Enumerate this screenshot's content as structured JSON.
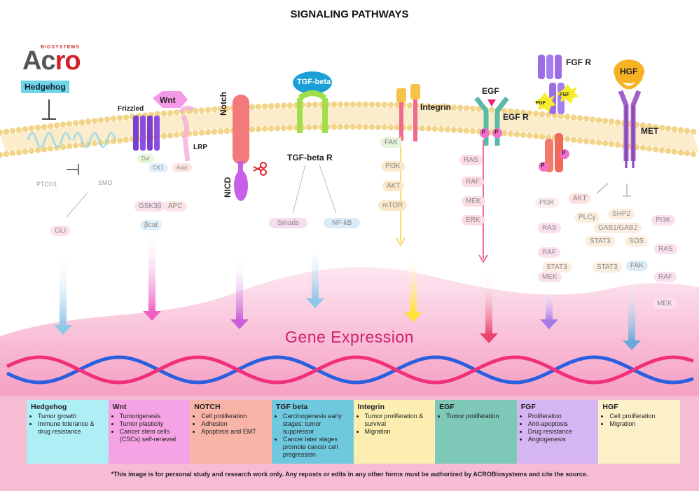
{
  "title": "SIGNALING PATHWAYS",
  "logo": {
    "brand_top": "BIOSYSTEMS",
    "brand_word_a": "Ac",
    "brand_word_b": "ro"
  },
  "labels": {
    "hedgehog": "Hedgehog",
    "frizzled": "Frizzled",
    "wnt": "Wnt",
    "lrp": "LRP",
    "notch": "Notch",
    "nicd": "NICD",
    "tgfbeta": "TGF-beta",
    "tgfbeta_r": "TGF-beta R",
    "integrin": "Integrin",
    "egf": "EGF",
    "egf_r": "EGF R",
    "fgf_r": "FGF R",
    "fgf": "FGF",
    "hgf": "HGF",
    "met": "MET",
    "ptch1": "PTCH1",
    "smo": "SMO",
    "p": "P"
  },
  "pills": {
    "gli": "GLI",
    "dvl": "Dvl",
    "ck1": "CK1",
    "axin": "Axin",
    "gsk3b": "GSK3β",
    "apc": "APC",
    "bcat": "βcat",
    "smads": "Smads",
    "nfkb": "NF-kB",
    "fak": "FAK",
    "pi3k": "PI3K",
    "akt": "AKT",
    "mtor": "mTOR",
    "ras": "RAS",
    "raf": "RAF",
    "mek": "MEK",
    "erk": "ERK",
    "plcy": "PLCγ",
    "shp2": "SHP2",
    "gab": "GAB1/GAB2",
    "stat3": "STAT3",
    "sos": "SOS"
  },
  "gene_expression": "Gene Expression",
  "outcomes": [
    {
      "title": "Hedgehog",
      "color": "#aeeef5",
      "items": [
        "Tumor growth",
        "Immune tolerance & drug resistance"
      ]
    },
    {
      "title": "Wnt",
      "color": "#f5a3e4",
      "items": [
        "Tumorigenesis",
        "Tumor plasticity",
        "Cancer stem cells (CSCs) self-renewal"
      ]
    },
    {
      "title": "NOTCH",
      "color": "#f8b4a6",
      "items": [
        "Cell proliferation",
        "Adhesion",
        "Apoptosis and EMT"
      ]
    },
    {
      "title": "TGF beta",
      "color": "#6fc9de",
      "items": [
        "Carcinogenesis early stages: tumor suppressor",
        "Cancer later stages promote cancer cell progression"
      ]
    },
    {
      "title": "Integrin",
      "color": "#fbeeb0",
      "items": [
        "Tumor proliferation & survival",
        "Migration"
      ]
    },
    {
      "title": "EGF",
      "color": "#7ec8b8",
      "items": [
        "Tumor proliferation"
      ]
    },
    {
      "title": "FGF",
      "color": "#d6b6f2",
      "items": [
        "Proliferation",
        "Anti-apoptosis",
        "Drug resistance",
        "Angiogenesis"
      ]
    },
    {
      "title": "HGF",
      "color": "#fbf0c8",
      "items": [
        "Cell proliferation",
        "Migration"
      ]
    }
  ],
  "footnote": "*This image is for personal study and research work only. Any reposts or edits in any other forms must be authorized by ACROBiosystems and cite the source.",
  "colors": {
    "membrane": "#f3d58a",
    "gene_text": "#d11f6e",
    "dna_blue": "#2a5fe0",
    "dna_pink": "#f0307a"
  }
}
